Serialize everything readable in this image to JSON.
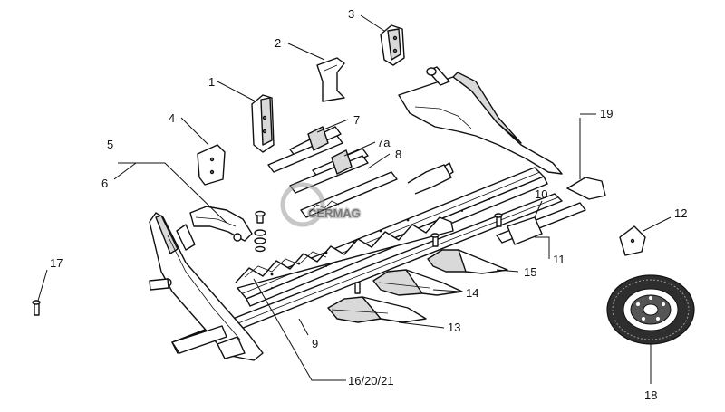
{
  "callouts": {
    "c1": "1",
    "c2": "2",
    "c3": "3",
    "c4": "4",
    "c5": "5",
    "c6": "6",
    "c7": "7",
    "c7a": "7a",
    "c8": "8",
    "c9": "9",
    "c10": "10",
    "c11": "11",
    "c12": "12",
    "c13": "13",
    "c14": "14",
    "c15": "15",
    "c16": "16/20/21",
    "c17": "17",
    "c18": "18",
    "c19": "19"
  },
  "watermark": {
    "text": "CERMAG"
  },
  "colors": {
    "line": "#111111",
    "shade": "#6b6b6b",
    "watermark": "#9a9a9a"
  }
}
